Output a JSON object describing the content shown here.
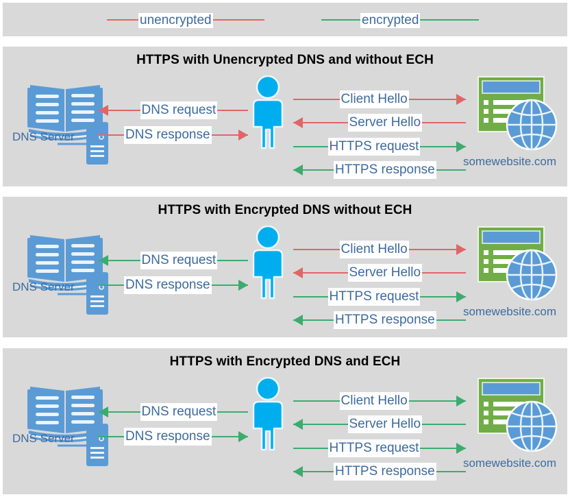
{
  "legend": {
    "unencrypted_label": "unencrypted",
    "encrypted_label": "encrypted",
    "unencrypted_color": "#e06666",
    "encrypted_color": "#3cab6e"
  },
  "labels": {
    "dns_server": "DNS Server",
    "website": "somewebsite.com",
    "dns_request": "DNS request",
    "dns_response": "DNS response",
    "client_hello": "Client Hello",
    "server_hello": "Server Hello",
    "https_request": "HTTPS request",
    "https_response": "HTTPS response"
  },
  "colors": {
    "panel_bg": "#d9d9d9",
    "text_blue": "#3d6a9e",
    "person_cyan": "#00aeef",
    "server_blue": "#5b9bd5",
    "site_green": "#70ad47",
    "globe_blue": "#5b9bd5",
    "title_black": "#000000",
    "label_bg": "#ffffff"
  },
  "panels": [
    {
      "id": "panel-1",
      "title": "HTTPS with Unencrypted DNS and without ECH",
      "dns_server_caption": "DNS Server",
      "website_caption": "somewebsite.com",
      "messages": [
        {
          "label": "DNS request",
          "side": "left",
          "direction": "left",
          "encrypted": false,
          "color": "#e06666"
        },
        {
          "label": "DNS response",
          "side": "left",
          "direction": "right",
          "encrypted": false,
          "color": "#e06666"
        },
        {
          "label": "Client Hello",
          "side": "right",
          "direction": "right",
          "encrypted": false,
          "color": "#e06666"
        },
        {
          "label": "Server Hello",
          "side": "right",
          "direction": "left",
          "encrypted": false,
          "color": "#e06666"
        },
        {
          "label": "HTTPS request",
          "side": "right",
          "direction": "right",
          "encrypted": true,
          "color": "#3cab6e"
        },
        {
          "label": "HTTPS response",
          "side": "right",
          "direction": "left",
          "encrypted": true,
          "color": "#3cab6e"
        }
      ]
    },
    {
      "id": "panel-2",
      "title": "HTTPS with Encrypted DNS without ECH",
      "dns_server_caption": "DNS Server",
      "website_caption": "somewebsite.com",
      "messages": [
        {
          "label": "DNS request",
          "side": "left",
          "direction": "left",
          "encrypted": true,
          "color": "#3cab6e"
        },
        {
          "label": "DNS response",
          "side": "left",
          "direction": "right",
          "encrypted": true,
          "color": "#3cab6e"
        },
        {
          "label": "Client Hello",
          "side": "right",
          "direction": "right",
          "encrypted": false,
          "color": "#e06666"
        },
        {
          "label": "Server Hello",
          "side": "right",
          "direction": "left",
          "encrypted": false,
          "color": "#e06666"
        },
        {
          "label": "HTTPS request",
          "side": "right",
          "direction": "right",
          "encrypted": true,
          "color": "#3cab6e"
        },
        {
          "label": "HTTPS response",
          "side": "right",
          "direction": "left",
          "encrypted": true,
          "color": "#3cab6e"
        }
      ]
    },
    {
      "id": "panel-3",
      "title": "HTTPS with Encrypted DNS and ECH",
      "dns_server_caption": "DNS Server",
      "website_caption": "somewebsite.com",
      "messages": [
        {
          "label": "DNS request",
          "side": "left",
          "direction": "left",
          "encrypted": true,
          "color": "#3cab6e"
        },
        {
          "label": "DNS response",
          "side": "left",
          "direction": "right",
          "encrypted": true,
          "color": "#3cab6e"
        },
        {
          "label": "Client Hello",
          "side": "right",
          "direction": "right",
          "encrypted": true,
          "color": "#3cab6e"
        },
        {
          "label": "Server Hello",
          "side": "right",
          "direction": "left",
          "encrypted": true,
          "color": "#3cab6e"
        },
        {
          "label": "HTTPS request",
          "side": "right",
          "direction": "right",
          "encrypted": true,
          "color": "#3cab6e"
        },
        {
          "label": "HTTPS response",
          "side": "right",
          "direction": "left",
          "encrypted": true,
          "color": "#3cab6e"
        }
      ]
    }
  ]
}
